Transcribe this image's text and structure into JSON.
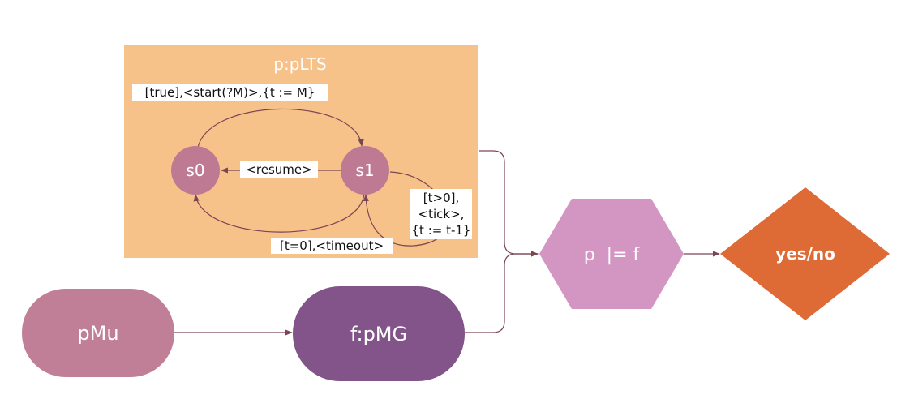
{
  "colors": {
    "container_fill": "#f7c28a",
    "state_fill": "#be7a93",
    "pmu_fill": "#c07f96",
    "pmg_fill": "#83548a",
    "hexagon_fill": "#d396c3",
    "diamond_fill": "#de6a36",
    "edge_stroke": "#7a4653",
    "label_bg": "#ffffff"
  },
  "container": {
    "title": "p:pLTS"
  },
  "states": {
    "s0": "s0",
    "s1": "s1"
  },
  "transitions": {
    "start": "[true],<start(?M)>,{t := M}",
    "resume": "<resume>",
    "tick_lines": [
      "[t>0],",
      "<tick>,",
      "{t := t-1}"
    ],
    "timeout": "[t=0],<timeout>"
  },
  "nodes": {
    "pmu": "pMu",
    "pmg": "f:pMG",
    "check": "p  |= f",
    "result": "yes/no"
  }
}
